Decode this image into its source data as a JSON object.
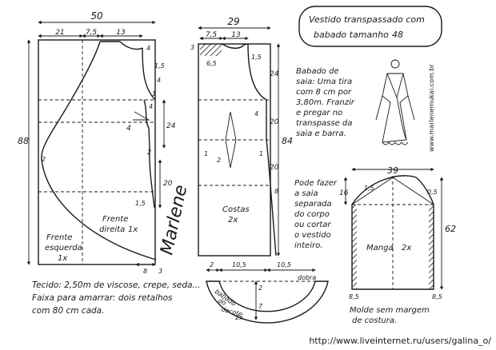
{
  "title": {
    "line1": "Vestido transpassado com",
    "line2": "babado tamanho",
    "size": "48"
  },
  "front": {
    "width_total": "50",
    "top_left": "21",
    "top_mid": "7,5",
    "top_right": "13",
    "height": "88",
    "dims": [
      "4",
      "1,5",
      "4",
      "24",
      "4",
      "4",
      "20",
      "1,5",
      "8",
      "3",
      "2",
      "2",
      "1"
    ],
    "label_a_1": "Frente",
    "label_a_2": "esquerda",
    "label_a_3": "1x",
    "label_b_1": "Frente",
    "label_b_2": "direita",
    "label_b_3": "1x"
  },
  "back": {
    "width_total": "29",
    "top_left": "7,5",
    "top_right": "13",
    "height": "84",
    "dims": [
      "3",
      "6,5",
      "1,5",
      "24",
      "20",
      "20",
      "4",
      "1",
      "2",
      "1",
      "8"
    ],
    "label_1": "Costas",
    "label_2": "2x"
  },
  "ruffle_note": {
    "lines": [
      "Babado de",
      "saia: Uma tira",
      "com 8 cm por",
      "3,80m. Franzir",
      "e pregar no",
      "transpasse da",
      "saia e barra."
    ]
  },
  "side_note": {
    "lines": [
      "Pode fazer",
      "a saia",
      "separada",
      "do corpo",
      "ou cortar",
      "o vestido",
      "inteiro."
    ]
  },
  "sleeve": {
    "width": "39",
    "cap_left": "1,5",
    "cap_right": "0,5",
    "cap_height": "16",
    "height": "62",
    "bottom_left": "8,5",
    "bottom_right": "8,5",
    "label": "Manga",
    "count": "2x"
  },
  "collar": {
    "top_1": "2",
    "top_2": "10,5",
    "top_3": "10,5",
    "fold": "dobra",
    "side_1": "2",
    "side_2": "7",
    "label_1": "babado",
    "label_2": "do",
    "label_3": "decote",
    "label_4": "2x"
  },
  "fabric_note": {
    "line1": "Tecido: 2,50m de viscose, crepe, seda...",
    "line2": "Faixa para amarrar: dois retalhos",
    "line3": "com 80 cm cada."
  },
  "seam_note": {
    "line1": "Molde sem margem",
    "line2": "de costura."
  },
  "signature": "Marlene",
  "watermark_side": "www.marlenemukai.com.br",
  "watermark_url": "http://www.liveinternet.ru/users/galina_o/"
}
